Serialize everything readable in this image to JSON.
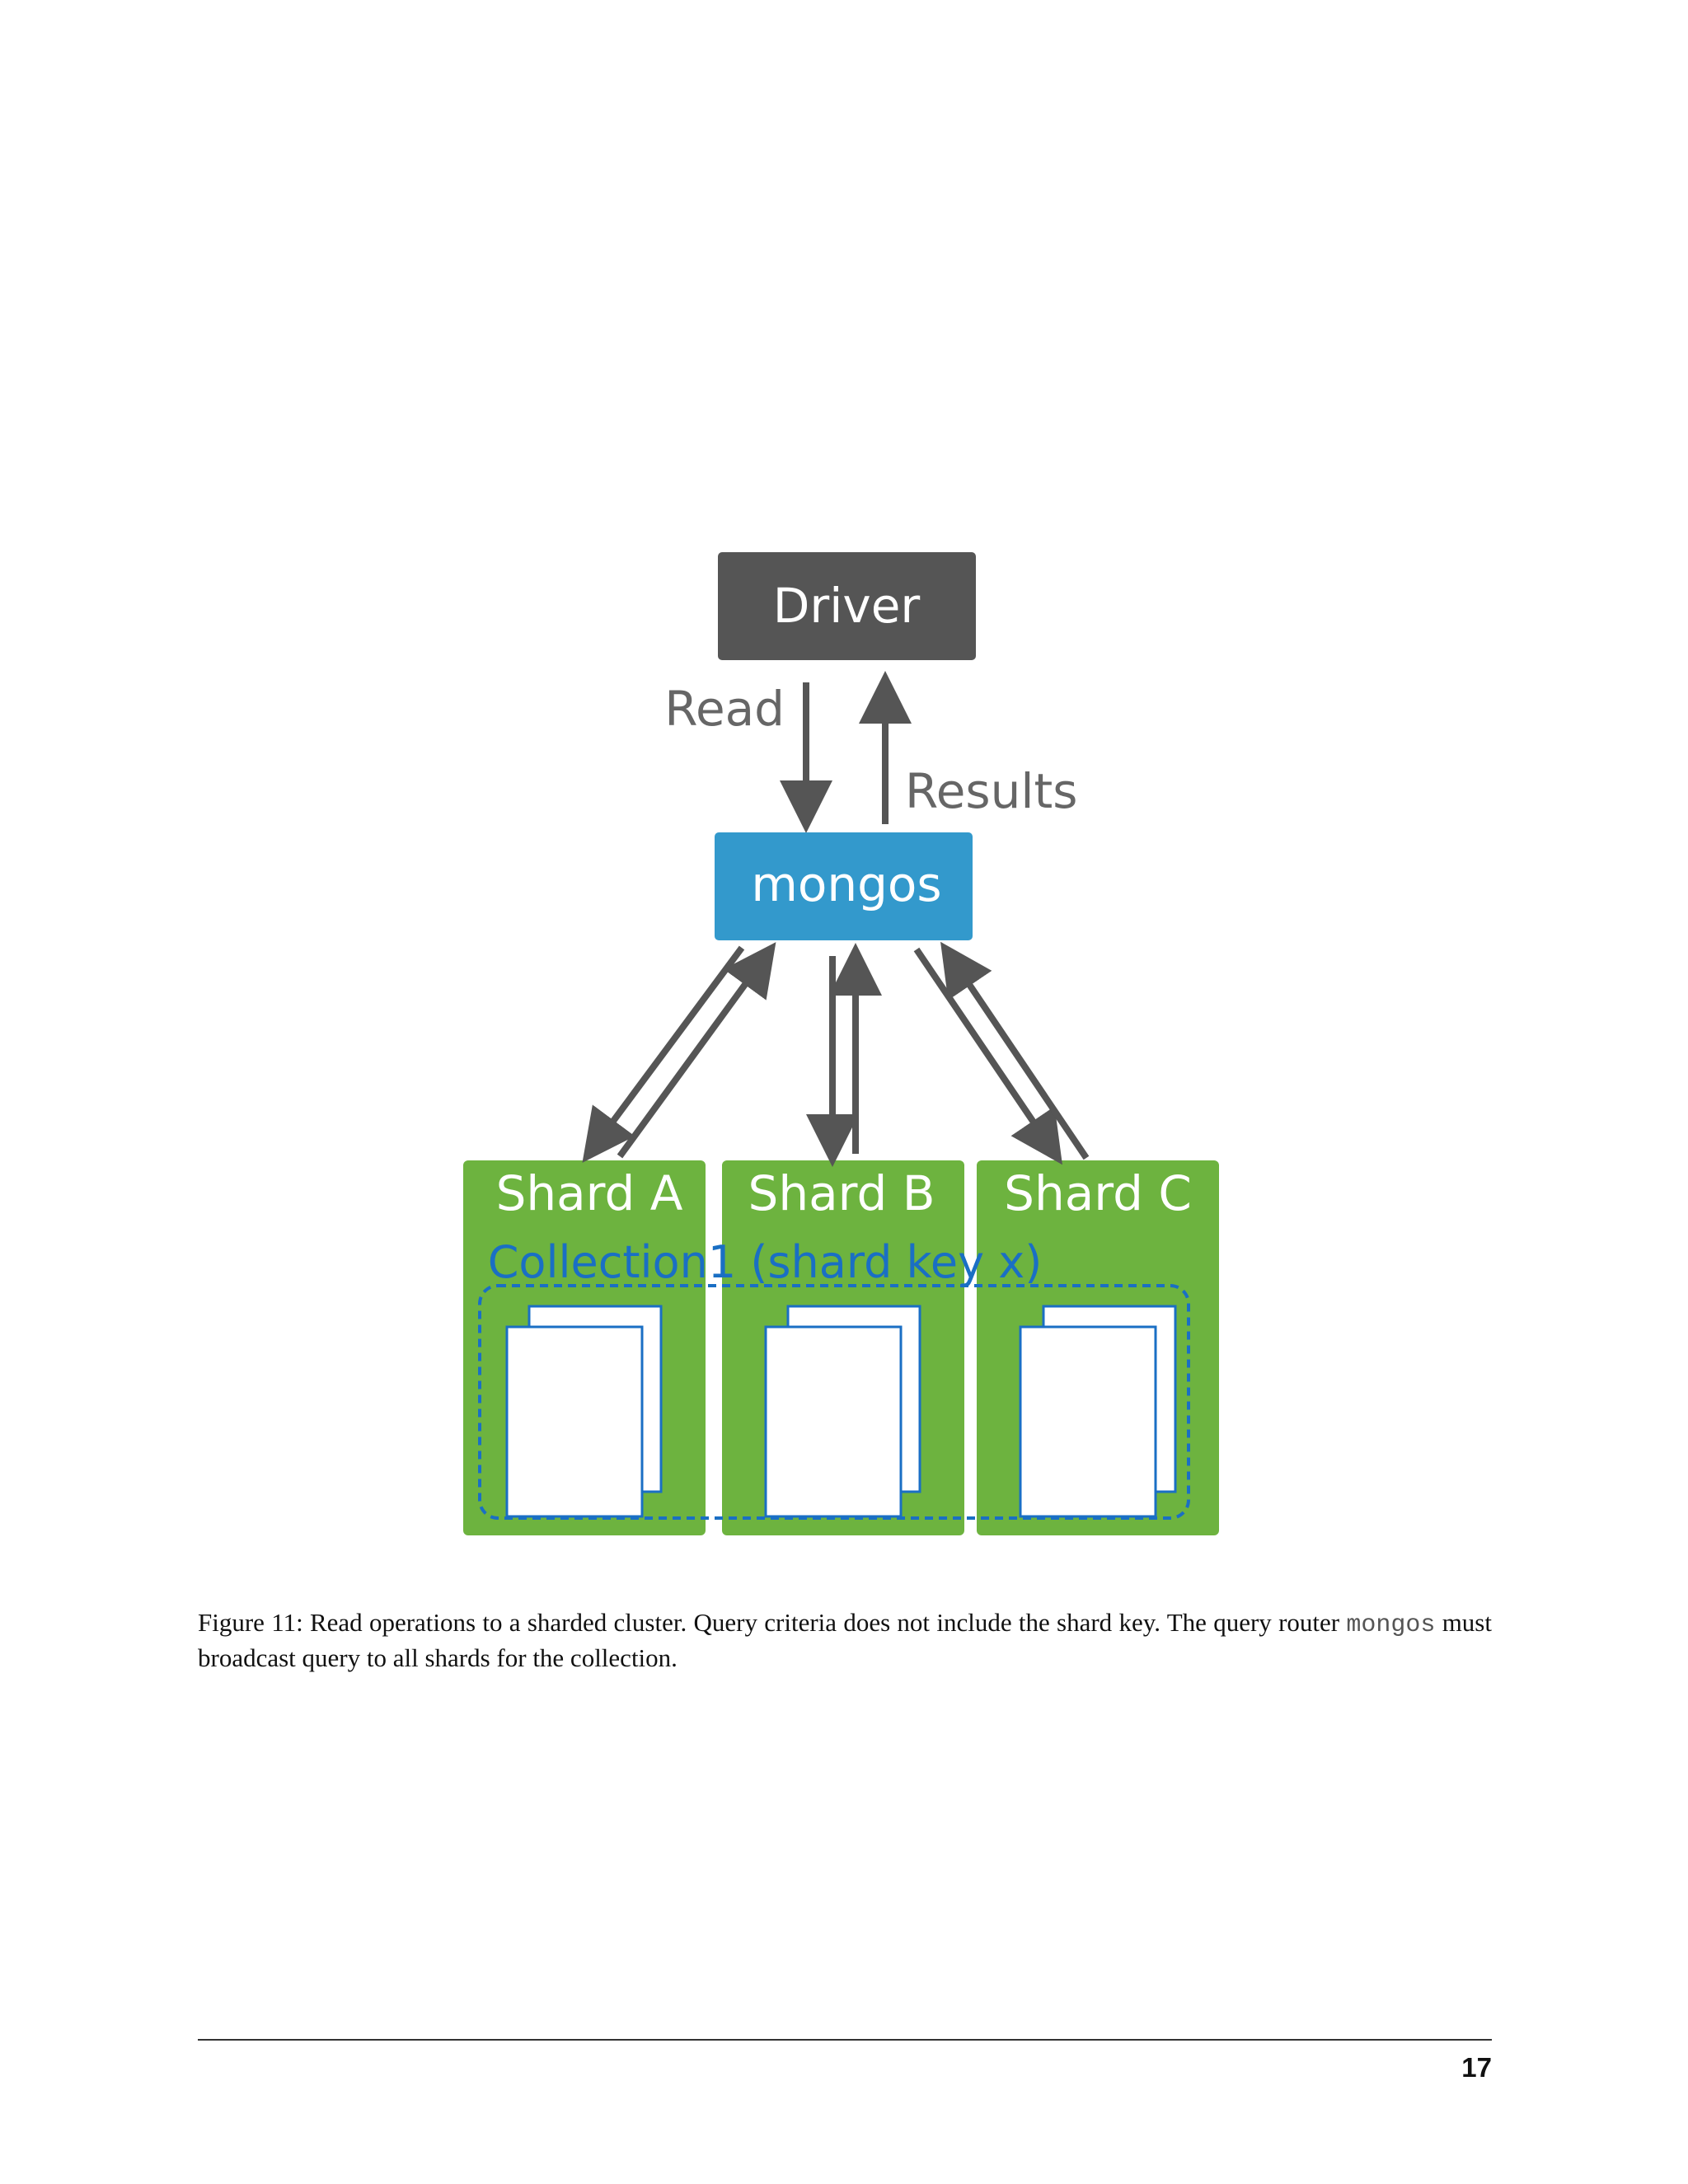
{
  "diagram": {
    "driver_label": "Driver",
    "mongos_label": "mongos",
    "read_label": "Read",
    "results_label": "Results",
    "shards": [
      {
        "label": "Shard A"
      },
      {
        "label": "Shard B"
      },
      {
        "label": "Shard C"
      }
    ],
    "collection_label": "Collection1 (shard key x)",
    "colors": {
      "driver_box": "#555555",
      "mongos_box": "#3399cc",
      "shard_box": "#6db33f",
      "arrow": "#555555",
      "collection_outline": "#1a6fc4",
      "collection_text": "#1a6fc4",
      "arrow_label_text": "#666666"
    }
  },
  "caption": {
    "text_part1": "Figure 11: Read operations to a sharded cluster. Query criteria does not include the shard key. The query router ",
    "code": "mongos",
    "text_part2": " must broadcast query to all shards for the collection."
  },
  "page_number": "17"
}
